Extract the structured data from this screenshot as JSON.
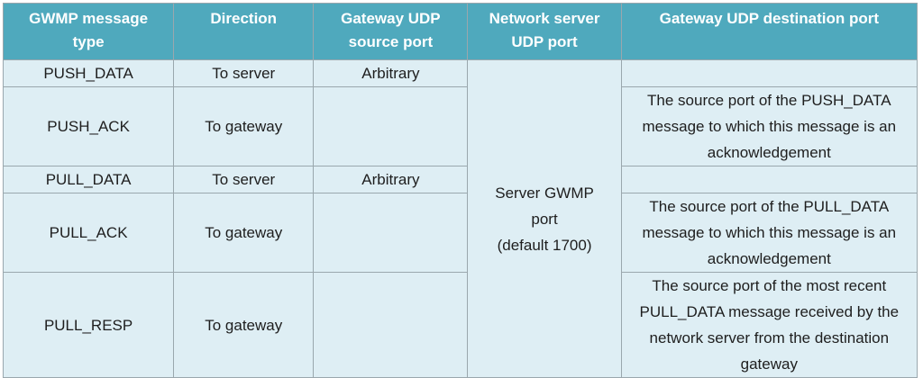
{
  "header": {
    "col1": "GWMP message type",
    "col2": "Direction",
    "col3": "Gateway UDP source port",
    "col4": "Network server UDP port",
    "col5": "Gateway UDP destination port"
  },
  "rows": [
    {
      "type": "PUSH_DATA",
      "direction": "To server",
      "source_port": "Arbitrary",
      "dest_port": ""
    },
    {
      "type": "PUSH_ACK",
      "direction": "To gateway",
      "source_port": "",
      "dest_port": "The source port of the PUSH_DATA message to which this message is an acknowledgement"
    },
    {
      "type": "PULL_DATA",
      "direction": "To server",
      "source_port": "Arbitrary",
      "dest_port": ""
    },
    {
      "type": "PULL_ACK",
      "direction": "To gateway",
      "source_port": "",
      "dest_port": "The source port of the PULL_DATA message to which this message is an acknowledgement"
    },
    {
      "type": "PULL_RESP",
      "direction": "To gateway",
      "source_port": "",
      "dest_port": "The source port of the most recent PULL_DATA message received by the network server from the destination gateway"
    }
  ],
  "server_port": {
    "line1": "Server GWMP",
    "line2": "port",
    "line3": "(default 1700)"
  }
}
